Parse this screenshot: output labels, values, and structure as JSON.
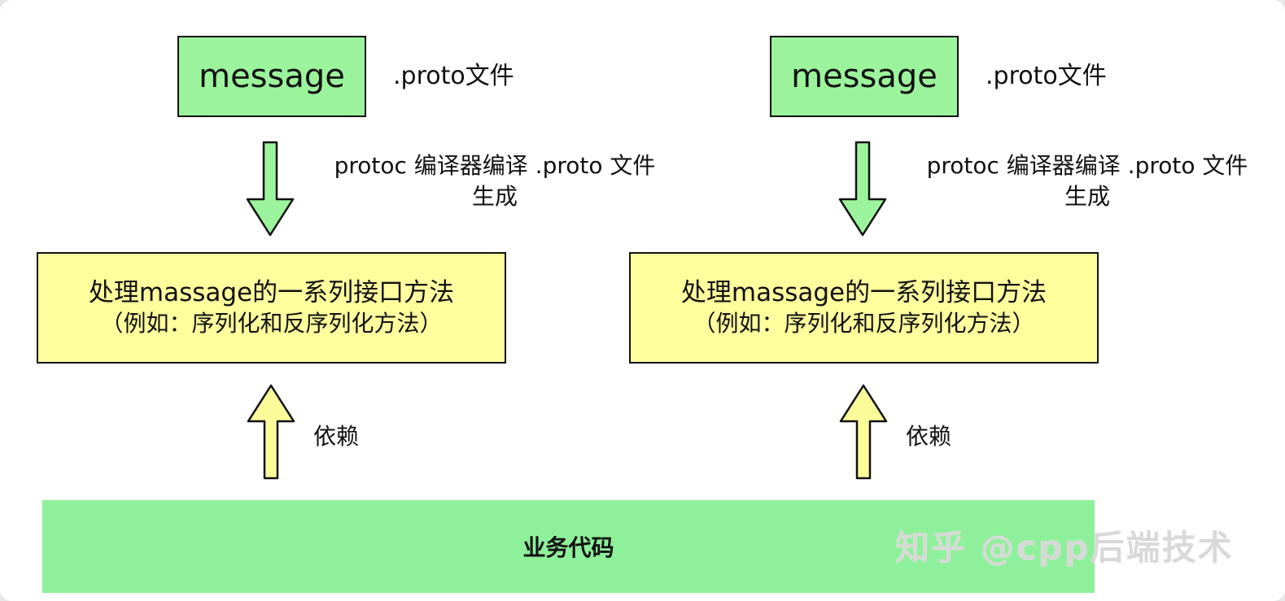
{
  "diagram": {
    "columns": [
      {
        "message_label": "message",
        "proto_file_label": ".proto文件",
        "compile_label_line1": "protoc 编译器编译 .proto 文件",
        "compile_label_line2": "生成",
        "interface_line1": "处理massage的一系列接口方法",
        "interface_line2": "（例如：序列化和反序列化方法）",
        "depend_label": "依赖"
      },
      {
        "message_label": "message",
        "proto_file_label": ".proto文件",
        "compile_label_line1": "protoc 编译器编译 .proto 文件",
        "compile_label_line2": "生成",
        "interface_line1": "处理massage的一系列接口方法",
        "interface_line2": "（例如：序列化和反序列化方法）",
        "depend_label": "依赖"
      }
    ],
    "business_box_label": "业务代码",
    "watermark": "知乎 @cpp后端技术",
    "colors": {
      "green": "#9bf49b",
      "yellow": "#ffff9e",
      "outline": "#111111"
    }
  }
}
